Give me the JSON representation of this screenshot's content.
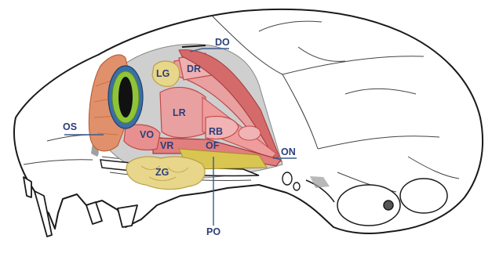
{
  "diagram": {
    "labels": {
      "DO": "DO",
      "DR": "DR",
      "LG": "LG",
      "LR": "LR",
      "RB": "RB",
      "VO": "VO",
      "VR": "VR",
      "OF": "OF",
      "ZG": "ZG",
      "OS": "OS",
      "ON": "ON",
      "PO": "PO"
    },
    "colors": {
      "skull_outline": "#1a1a1a",
      "muscle": "#e8a0a0",
      "muscle_dark": "#c24a4a",
      "gland": "#e8d68a",
      "eye_ring": "#8fc43a",
      "eye_outer": "#3a6fa8",
      "label": "#2c3e7a"
    }
  }
}
